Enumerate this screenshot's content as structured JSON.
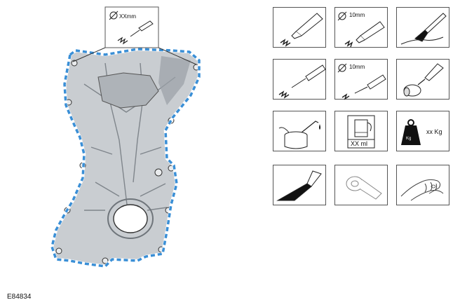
{
  "figure_id": "E84834",
  "callout": {
    "bead_label": "XXmm"
  },
  "legend": {
    "tube_small_bead": {
      "label": ""
    },
    "tube_10mm": {
      "label": "10mm"
    },
    "brush": {
      "label": ""
    },
    "cartridge_bead": {
      "label": ""
    },
    "cartridge_10mm": {
      "label": "10mm"
    },
    "roller": {
      "label": ""
    },
    "oil_can": {
      "label": ""
    },
    "measuring_jug": {
      "label": "XX ml"
    },
    "weight": {
      "label": "xx Kg",
      "weight_glyph": "Kg"
    },
    "scraper": {
      "label": ""
    },
    "tape_roll": {
      "label": ""
    },
    "hand_cleaning": {
      "label": ""
    }
  },
  "colors": {
    "bead": "#3a8fd6",
    "casting": "#c9cdd1",
    "casting_dark": "#9aa0a6",
    "outline": "#333333"
  }
}
